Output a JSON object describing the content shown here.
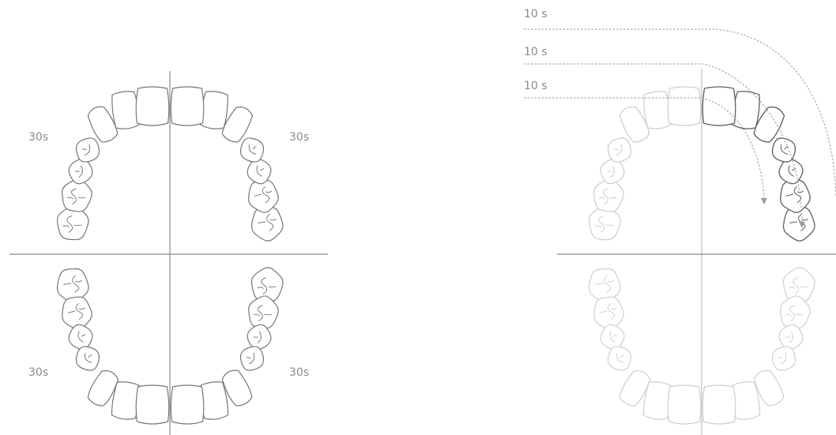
{
  "left_diagram": {
    "upper_left_time": "30s",
    "upper_right_time": "30s",
    "lower_left_time": "30s",
    "lower_right_time": "30s"
  },
  "right_diagram": {
    "steps": [
      {
        "label": "10 s"
      },
      {
        "label": "10 s"
      },
      {
        "label": "10 s"
      }
    ]
  },
  "colors": {
    "line": "#8c8c8c",
    "tooth_outline": "#777777",
    "tooth_faded": "#cfcfcf",
    "tooth_highlight": "#5e5e5e",
    "dashed_guide": "#9a9a9a"
  }
}
